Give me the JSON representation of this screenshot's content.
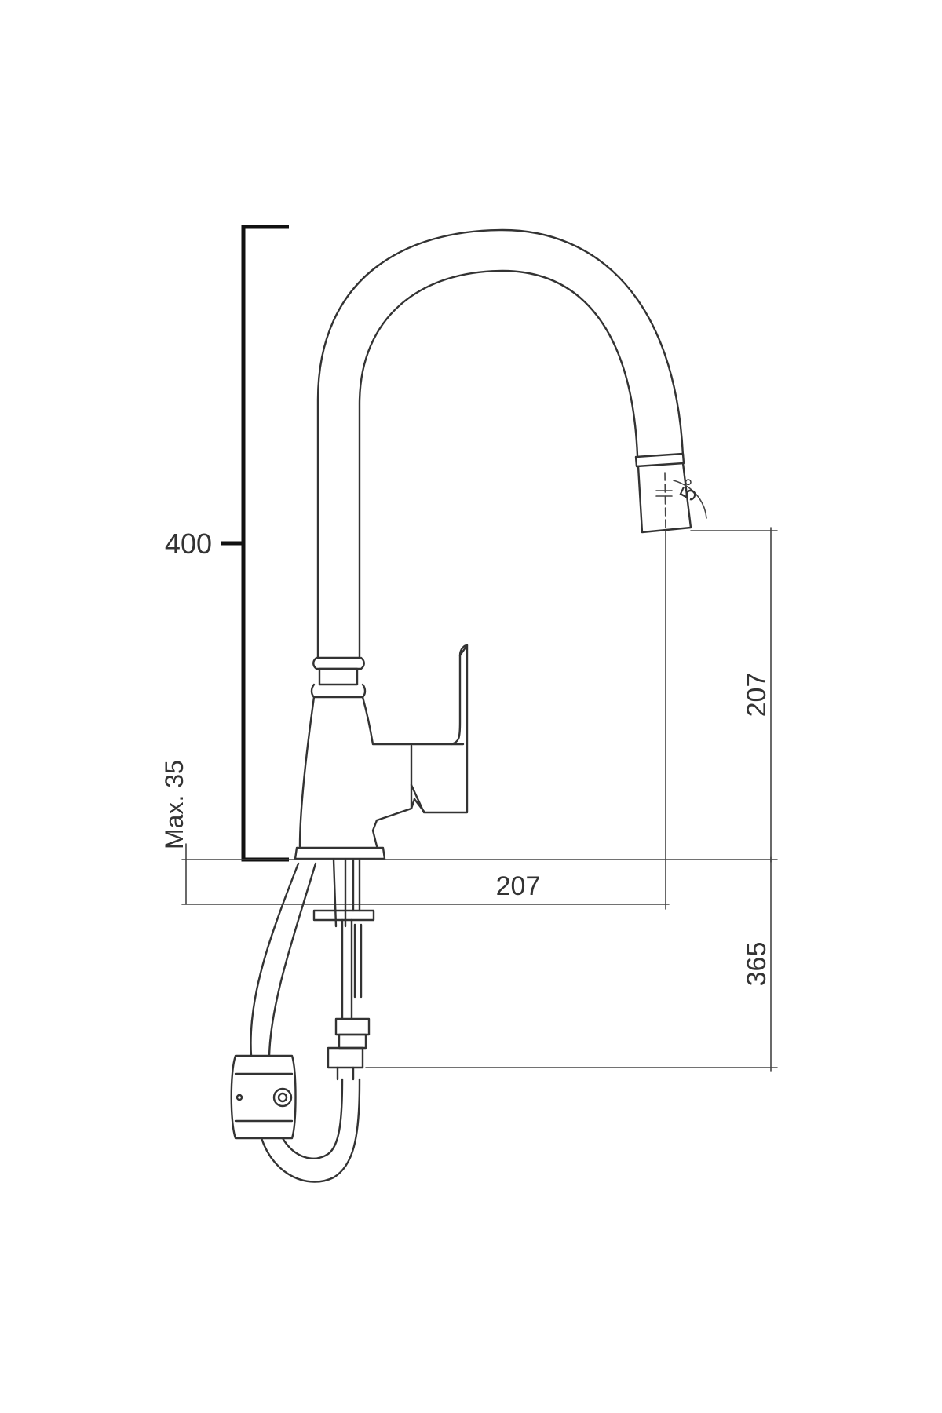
{
  "drawing": {
    "label_400": "400",
    "label_max35": "Max. 35",
    "label_spout_height": "207",
    "label_reach": "207",
    "label_365": "365",
    "label_angle": "5°"
  },
  "colors": {
    "line": "#333333",
    "bracket": "#111111",
    "background": "#ffffff"
  }
}
